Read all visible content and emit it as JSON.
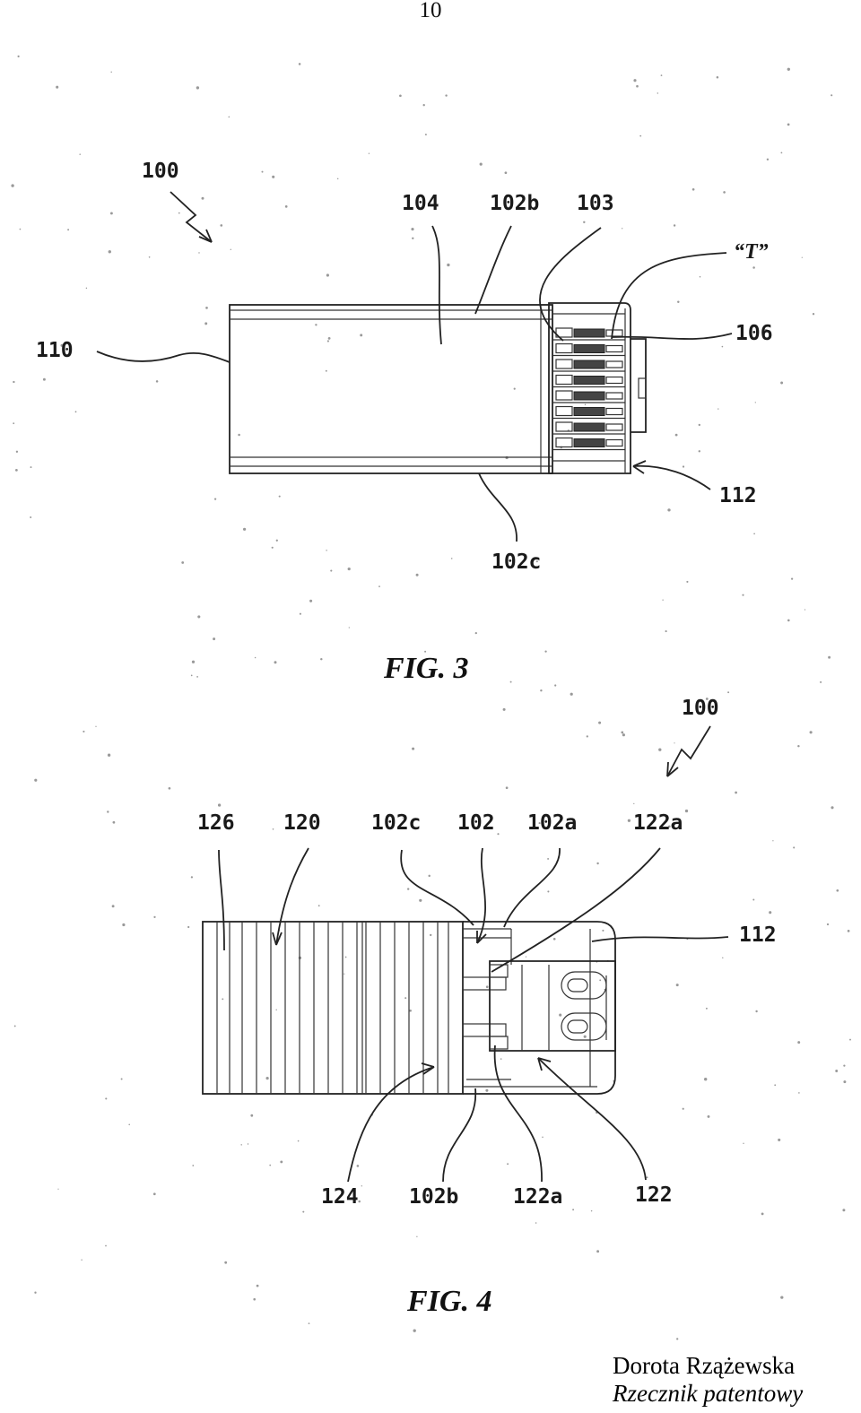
{
  "page_number": "10",
  "fig3": {
    "caption": "FIG. 3",
    "labels": {
      "l100": "100",
      "l104": "104",
      "l102b": "102b",
      "l103": "103",
      "lT": "“T”",
      "l110": "110",
      "l106": "106",
      "l112": "112",
      "l102c": "102c"
    }
  },
  "fig4": {
    "caption": "FIG. 4",
    "labels": {
      "l100": "100",
      "l126": "126",
      "l120": "120",
      "l102c": "102c",
      "l102": "102",
      "l102a": "102a",
      "l122a_top": "122a",
      "l112": "112",
      "l124": "124",
      "l102b": "102b",
      "l122a_bottom": "122a",
      "l122": "122"
    }
  },
  "signature": {
    "name": "Dorota Rzążewska",
    "title": "Rzecznik patentowy"
  }
}
